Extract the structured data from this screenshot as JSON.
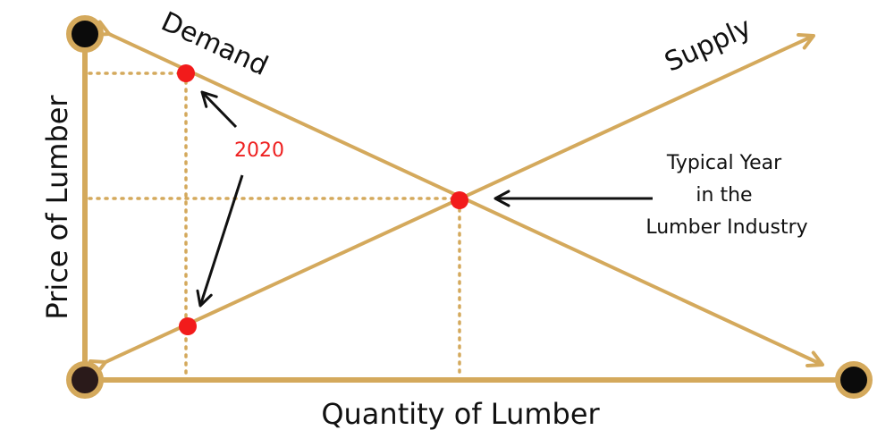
{
  "axes": {
    "x_label": "Quantity of Lumber",
    "y_label": "Price of Lumber"
  },
  "curves": {
    "demand_label": "Demand",
    "supply_label": "Supply"
  },
  "annotations": {
    "typical_line1": "Typical Year",
    "typical_line2": "in the",
    "typical_line3": "Lumber Industry",
    "year_label": "2020"
  },
  "colors": {
    "line": "#D4A95C",
    "point": "#F21B1B",
    "year_text": "#EE2020",
    "arrow": "#111111",
    "endpoint_fill": "#0B0B0B"
  }
}
